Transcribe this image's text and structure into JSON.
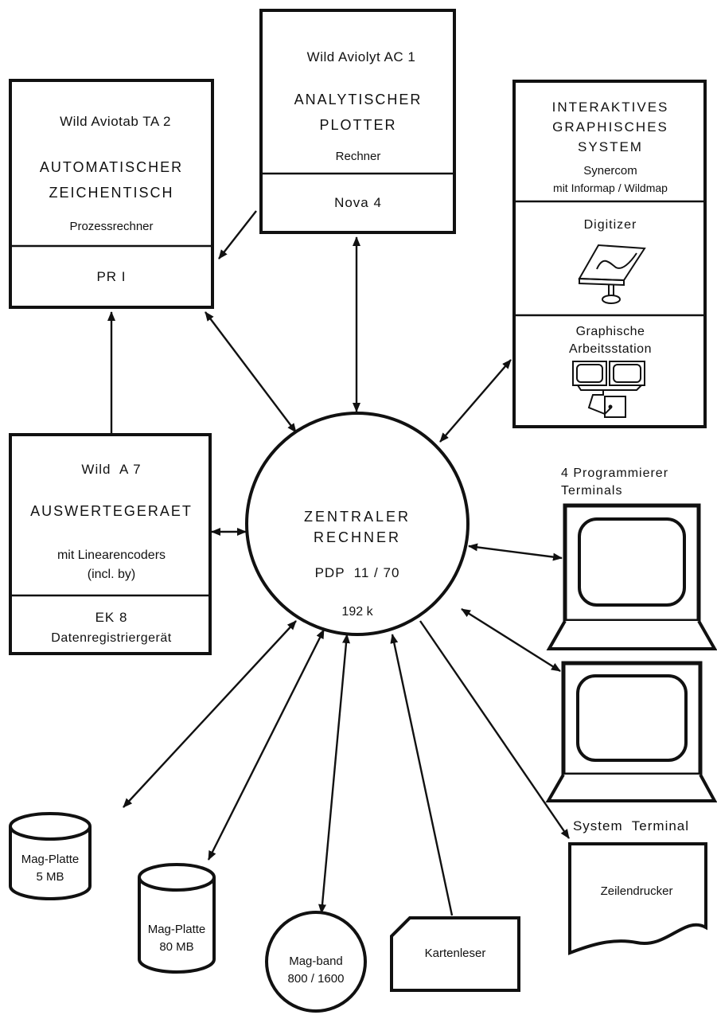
{
  "central": {
    "title_1": "ZENTRALER",
    "title_2": "RECHNER",
    "model": "PDP  11 / 70",
    "memory": "192 k"
  },
  "aviotab": {
    "name": "Wild Aviotab TA 2",
    "title_1": "AUTOMATISCHER",
    "title_2": "ZEICHENTISCH",
    "subtitle": "Prozessrechner",
    "computer": "PR I"
  },
  "aviolyt": {
    "name": "Wild Aviolyt AC 1",
    "title_1": "ANALYTISCHER",
    "title_2": "PLOTTER",
    "subtitle": "Rechner",
    "computer": "Nova 4"
  },
  "interactive": {
    "title_1": "INTERAKTIVES",
    "title_2": "GRAPHISCHES",
    "title_3": "SYSTEM",
    "vendor": "Synercom",
    "software": "mit Informap / Wildmap",
    "digitizer": "Digitizer",
    "workstation_1": "Graphische",
    "workstation_2": "Arbeitsstation"
  },
  "a7": {
    "name": "Wild  A 7",
    "title": "AUSWERTEGERAET",
    "detail_1": "mit Linearencoders",
    "detail_2": "(incl. by)",
    "recorder_1": "EK 8",
    "recorder_2": "Datenregistriergerät"
  },
  "terminals": {
    "programmer_1": "4 Programmierer",
    "programmer_2": "Terminals",
    "system": "System  Terminal"
  },
  "peripherals": {
    "disk5_1": "Mag-Platte",
    "disk5_2": "5 MB",
    "disk80_1": "Mag-Platte",
    "disk80_2": "80 MB",
    "tape_1": "Mag-band",
    "tape_2": "800 / 1600",
    "card_reader": "Kartenleser",
    "printer": "Zeilendrucker"
  }
}
